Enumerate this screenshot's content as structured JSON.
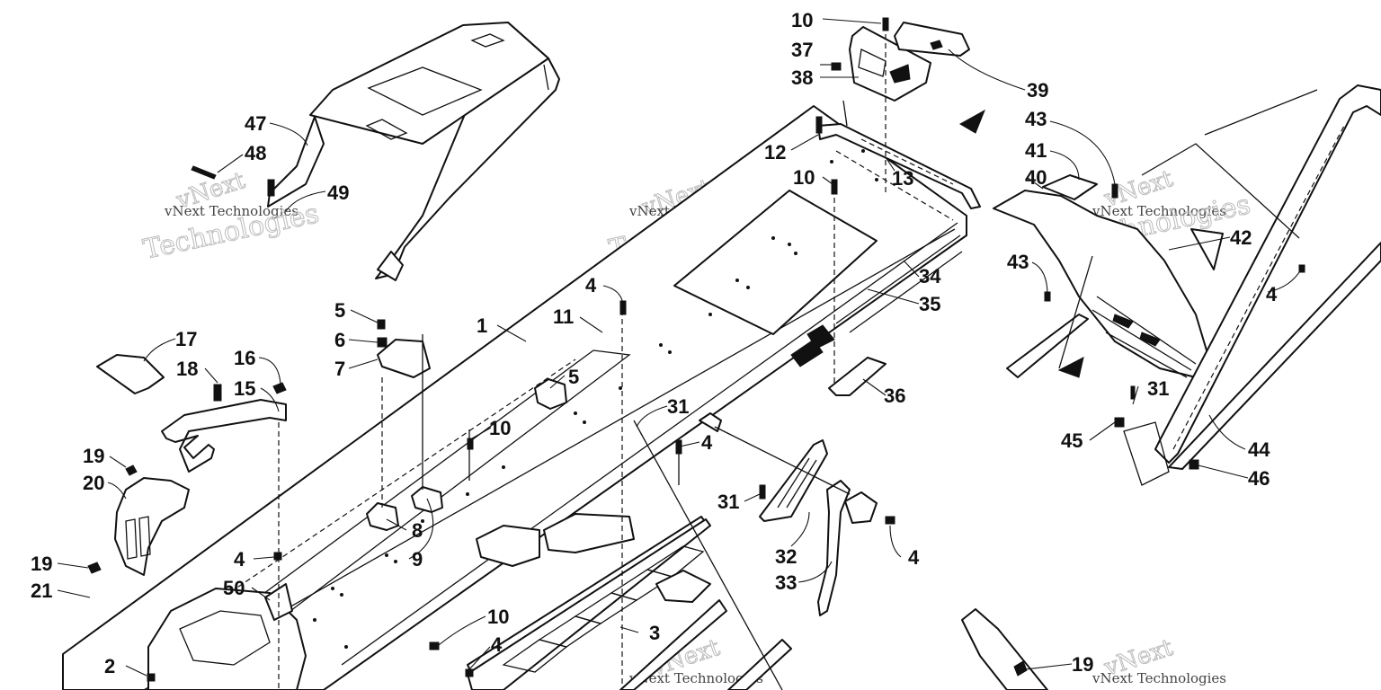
{
  "diagram": {
    "callouts": [
      {
        "id": "c-10a",
        "label": "10"
      },
      {
        "id": "c-37",
        "label": "37"
      },
      {
        "id": "c-38",
        "label": "38"
      },
      {
        "id": "c-39",
        "label": "39"
      },
      {
        "id": "c-12",
        "label": "12"
      },
      {
        "id": "c-13",
        "label": "13"
      },
      {
        "id": "c-10b",
        "label": "10"
      },
      {
        "id": "c-43a",
        "label": "43"
      },
      {
        "id": "c-41",
        "label": "41"
      },
      {
        "id": "c-40",
        "label": "40"
      },
      {
        "id": "c-42",
        "label": "42"
      },
      {
        "id": "c-43b",
        "label": "43"
      },
      {
        "id": "c-4a",
        "label": "4"
      },
      {
        "id": "c-47",
        "label": "47"
      },
      {
        "id": "c-48",
        "label": "48"
      },
      {
        "id": "c-49",
        "label": "49"
      },
      {
        "id": "c-34",
        "label": "34"
      },
      {
        "id": "c-35",
        "label": "35"
      },
      {
        "id": "c-1",
        "label": "1"
      },
      {
        "id": "c-11",
        "label": "11"
      },
      {
        "id": "c-4b",
        "label": "4"
      },
      {
        "id": "c-5a",
        "label": "5"
      },
      {
        "id": "c-6",
        "label": "6"
      },
      {
        "id": "c-7",
        "label": "7"
      },
      {
        "id": "c-17",
        "label": "17"
      },
      {
        "id": "c-18",
        "label": "18"
      },
      {
        "id": "c-16",
        "label": "16"
      },
      {
        "id": "c-15",
        "label": "15"
      },
      {
        "id": "c-5b",
        "label": "5"
      },
      {
        "id": "c-36",
        "label": "36"
      },
      {
        "id": "c-31a",
        "label": "31"
      },
      {
        "id": "c-31b",
        "label": "31"
      },
      {
        "id": "c-10c",
        "label": "10"
      },
      {
        "id": "c-4c",
        "label": "4"
      },
      {
        "id": "c-45",
        "label": "45"
      },
      {
        "id": "c-44",
        "label": "44"
      },
      {
        "id": "c-46",
        "label": "46"
      },
      {
        "id": "c-19a",
        "label": "19"
      },
      {
        "id": "c-20",
        "label": "20"
      },
      {
        "id": "c-31c",
        "label": "31"
      },
      {
        "id": "c-8",
        "label": "8"
      },
      {
        "id": "c-9",
        "label": "9"
      },
      {
        "id": "c-32",
        "label": "32"
      },
      {
        "id": "c-4d",
        "label": "4"
      },
      {
        "id": "c-33",
        "label": "33"
      },
      {
        "id": "c-19b",
        "label": "19"
      },
      {
        "id": "c-21",
        "label": "21"
      },
      {
        "id": "c-4e",
        "label": "4"
      },
      {
        "id": "c-50",
        "label": "50"
      },
      {
        "id": "c-10d",
        "label": "10"
      },
      {
        "id": "c-3",
        "label": "3"
      },
      {
        "id": "c-2",
        "label": "2"
      },
      {
        "id": "c-4f",
        "label": "4"
      },
      {
        "id": "c-19c",
        "label": "19"
      }
    ],
    "watermark": {
      "brand": "vNext",
      "caption": "vNext Technologies",
      "word": "Technologies"
    }
  }
}
